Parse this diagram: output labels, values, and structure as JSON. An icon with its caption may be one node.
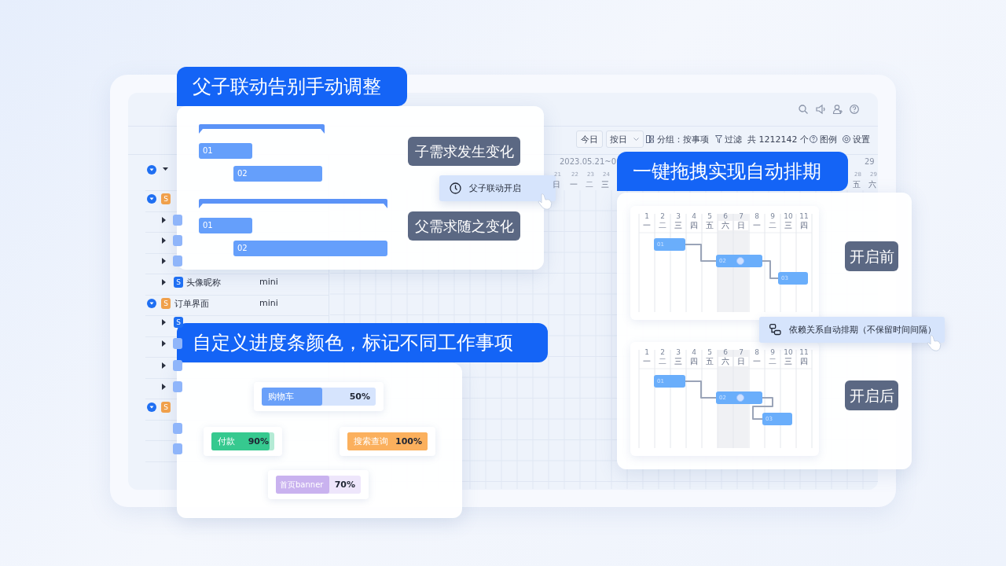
{
  "diagram": {
    "nodes": [
      {
        "text": [
          "父子联动告别手动调整"
        ]
      },
      {
        "text": [],
        "shape": "bar",
        "in": 0
      },
      {
        "text": [
          "01"
        ],
        "in": 0
      },
      {
        "text": [
          "02"
        ],
        "in": 0
      },
      {
        "text": [],
        "shape": "bar",
        "in": 0
      },
      {
        "text": [
          "01"
        ],
        "in": 0
      },
      {
        "text": [
          "02"
        ],
        "in": 0
      },
      {
        "text": [
          "子需求发生变化"
        ],
        "in": 0
      },
      {
        "text": [
          "父子联动开启"
        ]
      },
      {
        "text": [
          "父需求随之变化"
        ],
        "in": 0
      },
      {
        "text": [
          "一键拖拽实现自动排期"
        ]
      },
      {
        "text": [],
        "shape": "box",
        "in": 10
      },
      {
        "text": [
          "01"
        ],
        "in": 11
      },
      {
        "text": [
          "02"
        ],
        "in": 11
      },
      {
        "text": [
          "03"
        ],
        "in": 11
      },
      {
        "text": [
          "开启前"
        ],
        "in": 10
      },
      {
        "text": [
          "依赖关系自动排期（不保留时间间隔）"
        ]
      },
      {
        "text": [],
        "shape": "box",
        "in": 10
      },
      {
        "text": [
          "01"
        ],
        "in": 17
      },
      {
        "text": [
          "02"
        ],
        "in": 17
      },
      {
        "text": [
          "03"
        ],
        "in": 17
      },
      {
        "text": [
          "开启后"
        ],
        "in": 10
      },
      {
        "text": [
          "自定义进度条颜色，标记不同工作事项"
        ]
      },
      {
        "text": [
          "购物车",
          "50%"
        ],
        "in": 22
      },
      {
        "text": [
          "付款",
          "90%"
        ],
        "in": 22
      },
      {
        "text": [
          "搜索查询",
          "100%"
        ],
        "in": 22
      },
      {
        "text": [
          "首页banner",
          "70%"
        ],
        "in": 22
      }
    ],
    "edges": [
      {
        "from": 12,
        "to": 13,
        "arrow": "none"
      },
      {
        "from": 13,
        "to": 14,
        "arrow": "none"
      },
      {
        "from": 18,
        "to": 19,
        "arrow": "none"
      },
      {
        "from": 19,
        "to": 20,
        "arrow": "none"
      }
    ],
    "labels": [
      "今日",
      "按日",
      "分组：按事项",
      "过滤",
      "共 1212142 个",
      "图例",
      "设置",
      "2023.05.21~0",
      "29",
      "21",
      "22",
      "23",
      "24",
      "28",
      "29",
      "日",
      "一",
      "二",
      "三",
      "五",
      "六",
      "S",
      "S",
      "头像昵称",
      "mini",
      "S",
      "订单界面",
      "mini",
      "S",
      "S",
      "1",
      "2",
      "3",
      "4",
      "5",
      "6",
      "7",
      "8",
      "9",
      "10",
      "11",
      "一",
      "二",
      "三",
      "四",
      "五",
      "六",
      "日",
      "一",
      "二",
      "三",
      "四",
      "1",
      "2",
      "3",
      "4",
      "5",
      "6",
      "7",
      "8",
      "9",
      "10",
      "11",
      "一",
      "二",
      "三",
      "四",
      "五",
      "六",
      "日",
      "一",
      "二",
      "三",
      "四"
    ]
  }
}
